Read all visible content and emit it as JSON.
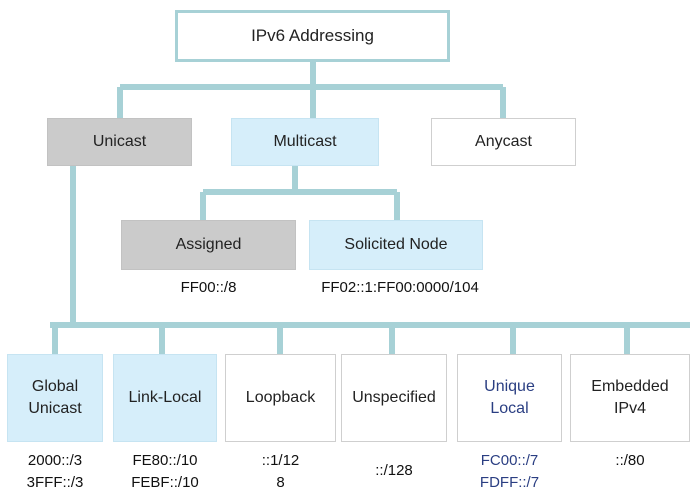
{
  "root": {
    "label": "IPv6 Addressing"
  },
  "level1": {
    "unicast": "Unicast",
    "multicast": "Multicast",
    "anycast": "Anycast"
  },
  "multicast_children": {
    "assigned": {
      "label": "Assigned",
      "prefix": "FF00::/8"
    },
    "solicited": {
      "label": "Solicited Node",
      "prefix": "FF02::1:FF00:0000/104"
    }
  },
  "unicast_children": [
    {
      "label": "Global Unicast",
      "prefix_lines": [
        "2000::/3",
        "3FFF::/3"
      ]
    },
    {
      "label": "Link-Local",
      "prefix_lines": [
        "FE80::/10",
        "FEBF::/10"
      ]
    },
    {
      "label": "Loopback",
      "prefix_lines": [
        "::1/12",
        "8"
      ]
    },
    {
      "label": "Unspecified",
      "prefix_lines": [
        "::/128"
      ]
    },
    {
      "label": "Unique Local",
      "prefix_lines": [
        "FC00::/7",
        "FDFF::/7"
      ]
    },
    {
      "label": "Embedded IPv4",
      "prefix_lines": [
        "::/80"
      ]
    }
  ],
  "colors": {
    "connector": "#a7d1d6",
    "gray_fill": "#cbcbcb",
    "blue_fill": "#d6eefa",
    "navy_text": "#2a3e82"
  }
}
